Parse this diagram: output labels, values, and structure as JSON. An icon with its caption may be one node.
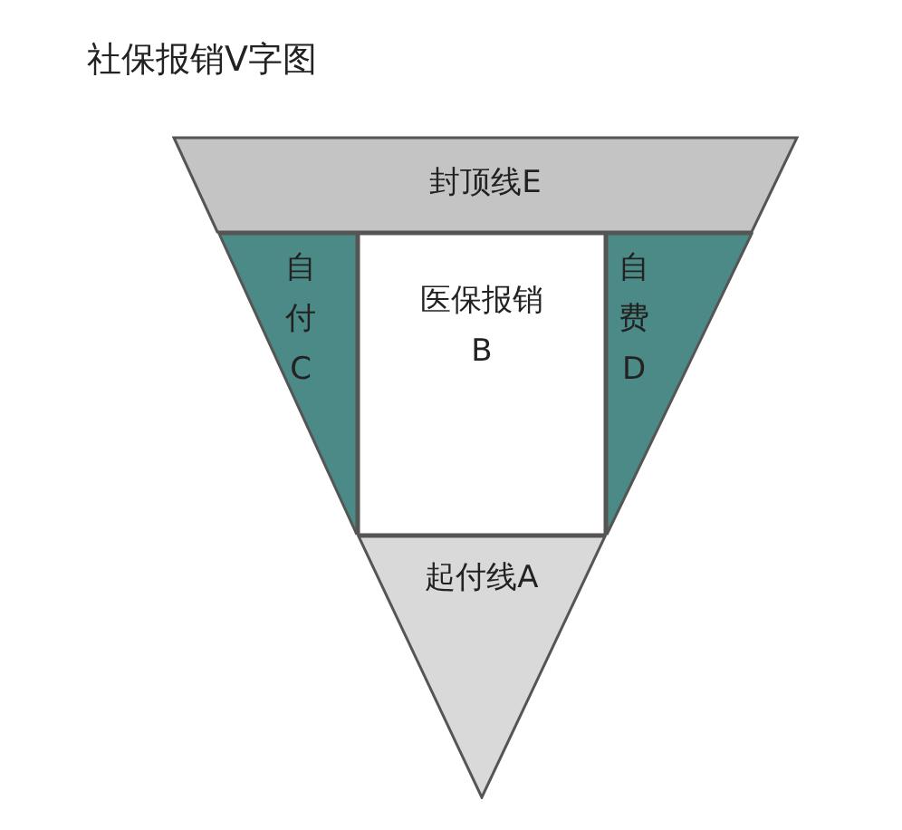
{
  "diagram": {
    "title": "社保报销V字图",
    "nodes": [
      {
        "text": [
          "封顶线E"
        ]
      },
      {
        "text": [
          "自付C"
        ]
      },
      {
        "text": [
          "医保报销B"
        ]
      },
      {
        "text": [
          "自费D"
        ]
      },
      {
        "text": [
          "起付线A"
        ]
      }
    ]
  }
}
